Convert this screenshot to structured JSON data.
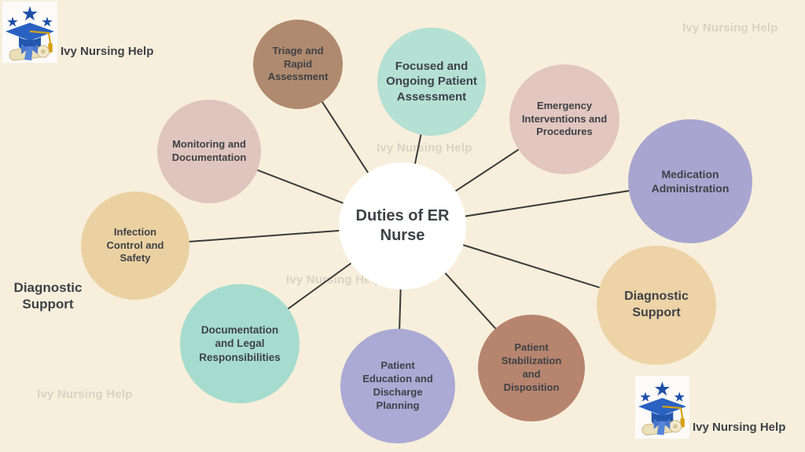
{
  "center": {
    "label": "Duties of ER Nurse"
  },
  "nodes": [
    {
      "id": "triage",
      "label": "Triage and Rapid Assessment",
      "color": "#b08a6e"
    },
    {
      "id": "focused",
      "label": "Focused and Ongoing Patient Assessment",
      "color": "#b5e0d4"
    },
    {
      "id": "emergency",
      "label": "Emergency Interventions and Procedures",
      "color": "#e2c6bf"
    },
    {
      "id": "medication",
      "label": "Medication Administration",
      "color": "#a8a6d0"
    },
    {
      "id": "diagnostic",
      "label": "Diagnostic Support",
      "color": "#edd3a6"
    },
    {
      "id": "stabilization",
      "label": "Patient Stabilization and Disposition",
      "color": "#b7856e"
    },
    {
      "id": "education",
      "label": "Patient Education and Discharge Planning",
      "color": "#abaad5"
    },
    {
      "id": "documentation",
      "label": "Documentation and Legal Responsibilities",
      "color": "#a6dccf"
    },
    {
      "id": "infection",
      "label": "Infection Control and Safety",
      "color": "#ebd1a1"
    },
    {
      "id": "monitoring",
      "label": "Monitoring and Documentation",
      "color": "#e0c5bf"
    }
  ],
  "stray_label": {
    "text": "Diagnostic Support"
  },
  "brand": {
    "name": "Ivy Nursing Help"
  },
  "watermark": {
    "text": "Ivy Nursing Help",
    "color": "#d9d3c3"
  },
  "colors": {
    "background": "#f7efdc",
    "line": "#3a3a3a",
    "text_dark": "#3e4247",
    "center_bg": "#ffffff",
    "star_blue": "#1d4fa8",
    "cap_blue": "#2a62c2",
    "tassel_gold": "#d8a012",
    "scroll_beige": "#eadfb9"
  }
}
